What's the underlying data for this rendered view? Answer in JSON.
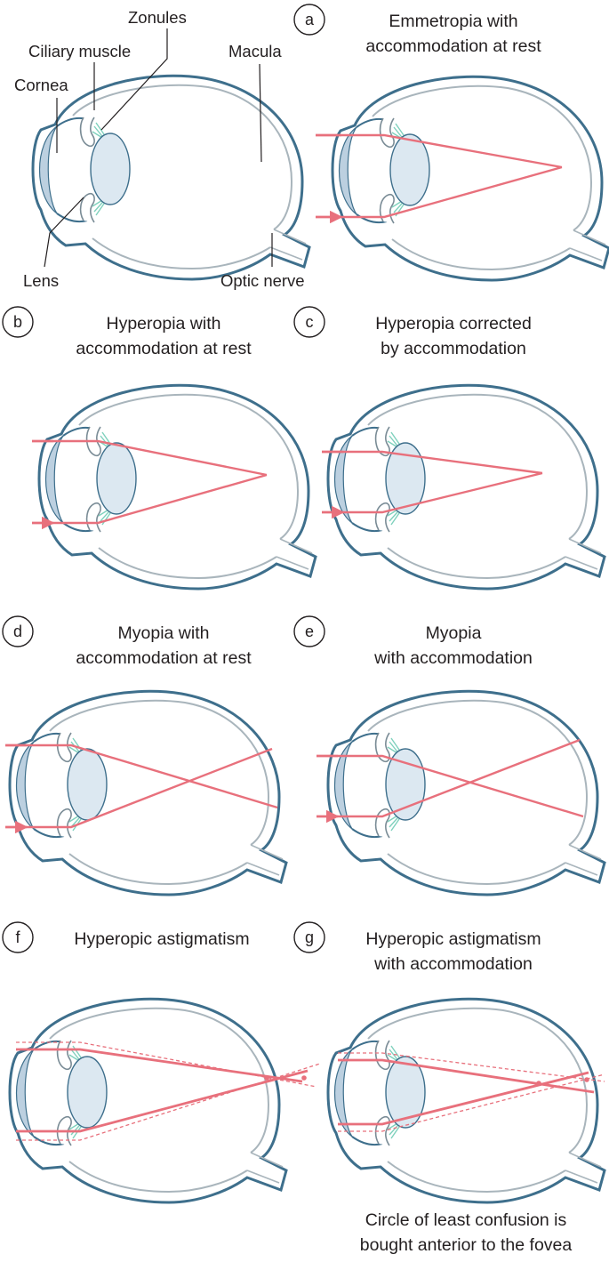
{
  "labels": {
    "zonules": "Zonules",
    "ciliary_muscle": "Ciliary muscle",
    "macula": "Macula",
    "cornea": "Cornea",
    "lens": "Lens",
    "optic_nerve": "Optic nerve"
  },
  "panels": [
    {
      "id": "a",
      "letter": "a",
      "title1": "Emmetropia with",
      "title2": "accommodation at rest"
    },
    {
      "id": "b",
      "letter": "b",
      "title1": "Hyperopia with",
      "title2": "accommodation at rest"
    },
    {
      "id": "c",
      "letter": "c",
      "title1": "Hyperopia corrected",
      "title2": "by accommodation"
    },
    {
      "id": "d",
      "letter": "d",
      "title1": "Myopia with",
      "title2": "accommodation at rest"
    },
    {
      "id": "e",
      "letter": "e",
      "title1": "Myopia",
      "title2": "with accommodation"
    },
    {
      "id": "f",
      "letter": "f",
      "title1": "Hyperopic astigmatism",
      "title2": ""
    },
    {
      "id": "g",
      "letter": "g",
      "title1": "Hyperopic astigmatism",
      "title2": "with accommodation"
    }
  ],
  "caption": {
    "line1": "Circle of least confusion is",
    "line2": "bought anterior to the fovea"
  },
  "colors": {
    "eye_outline": "#3e6f8c",
    "choroid": "#a9b5bc",
    "cornea_fill": "#bcd0e0",
    "lens_fill": "#dce8f1",
    "zonules": "#7fd1bd",
    "ray": "#e8707c",
    "text": "#231f20"
  }
}
